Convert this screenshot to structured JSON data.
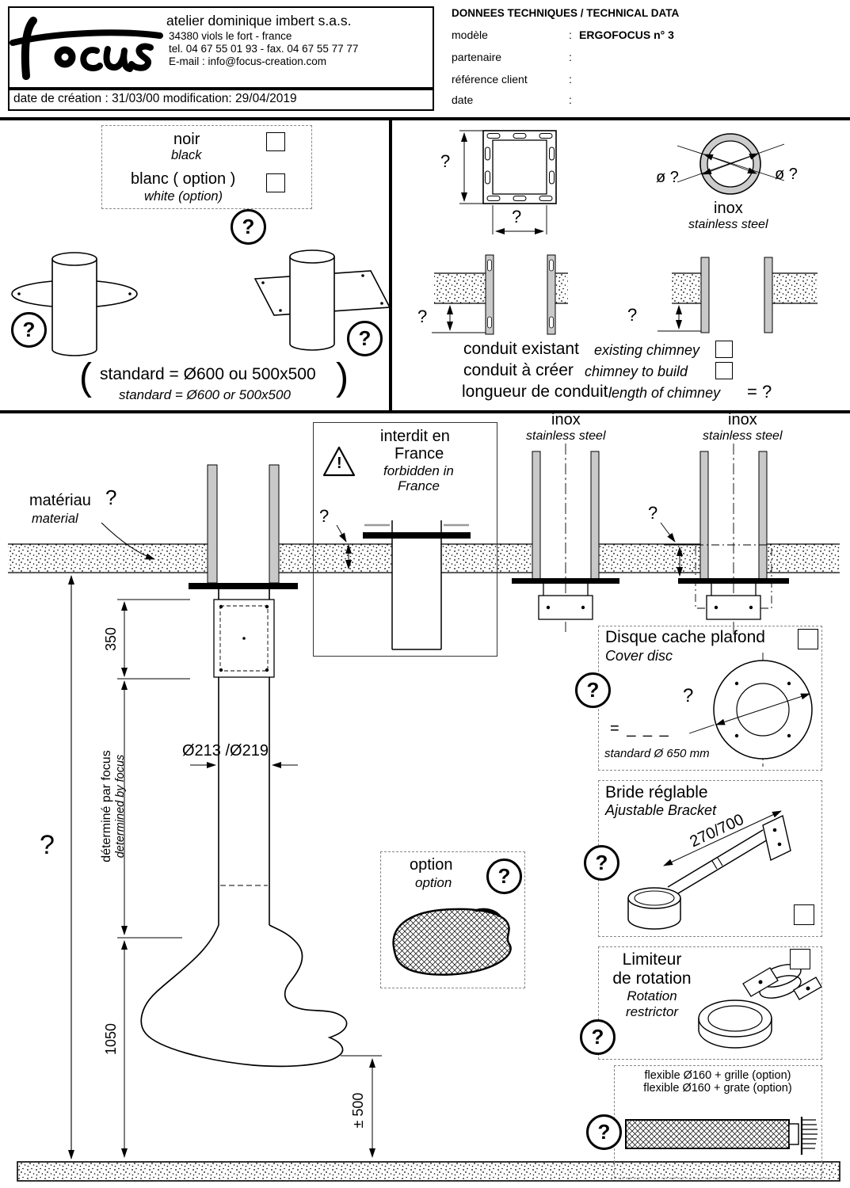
{
  "misc": {
    "q": "?",
    "colon": ":",
    "exclaim": "!",
    "inox": "inox",
    "stainless": "stainless steel"
  },
  "header": {
    "logo_text": "focus",
    "company": {
      "name": "atelier dominique imbert s.a.s.",
      "address": "34380 viols le fort  -  france",
      "phone": "tel. 04 67 55 01 93  -  fax. 04 67 55 77 77",
      "email": "E-mail : info@focus-creation.com"
    },
    "creation": "date de création : 31/03/00  modification: 29/04/2019",
    "tech": {
      "title": "DONNEES TECHNIQUES / TECHNICAL DATA",
      "rows": [
        {
          "label": "modèle",
          "value": "ERGOFOCUS  n° 3"
        },
        {
          "label": "partenaire",
          "value": ""
        },
        {
          "label": "référence client",
          "value": ""
        },
        {
          "label": "date",
          "value": ""
        }
      ]
    }
  },
  "colors_panel": {
    "noir": "noir",
    "black": "black",
    "blanc": "blanc ( option )",
    "white": "white (option)",
    "paren_open": "(",
    "paren_close": ")",
    "standard_fr": "standard = Ø600 ou 500x500",
    "standard_en": "standard = Ø600 or 500x500"
  },
  "duct_panel": {
    "dia": "ø ?",
    "existing_fr": "conduit existant",
    "existing_en": "existing chimney",
    "build_fr": "conduit à créer",
    "build_en": "chimney to build",
    "length_fr": "longueur de conduit",
    "length_en": "length of chimney",
    "length_eq": "= ?"
  },
  "main": {
    "materiau": "matériau",
    "material": "material",
    "interdit_fr1": "interdit en",
    "interdit_fr2": "France",
    "interdit_en1": "forbidden in",
    "interdit_en2": "France",
    "dim_350": "350",
    "dim_1050": "1050",
    "dim_500": "± 500",
    "dim_diam": "Ø213 /Ø219",
    "det_fr": "déterminé par focus",
    "det_en": "determined by focus"
  },
  "boxes": {
    "disque": {
      "title": "Disque cache plafond",
      "subtitle": "Cover disc",
      "eq": "= _ _ _",
      "standard": "standard Ø 650 mm"
    },
    "bride": {
      "title": "Bride réglable",
      "subtitle": "Ajustable Bracket",
      "dim": "270/700"
    },
    "limiteur": {
      "title1": "Limiteur",
      "title2": "de rotation",
      "sub1": "Rotation",
      "sub2": "restrictor"
    },
    "flexible": {
      "line1": "flexible Ø160 + grille (option)",
      "line2": "flexible Ø160 + grate (option)"
    },
    "option": {
      "fr": "option",
      "en": "option"
    }
  }
}
